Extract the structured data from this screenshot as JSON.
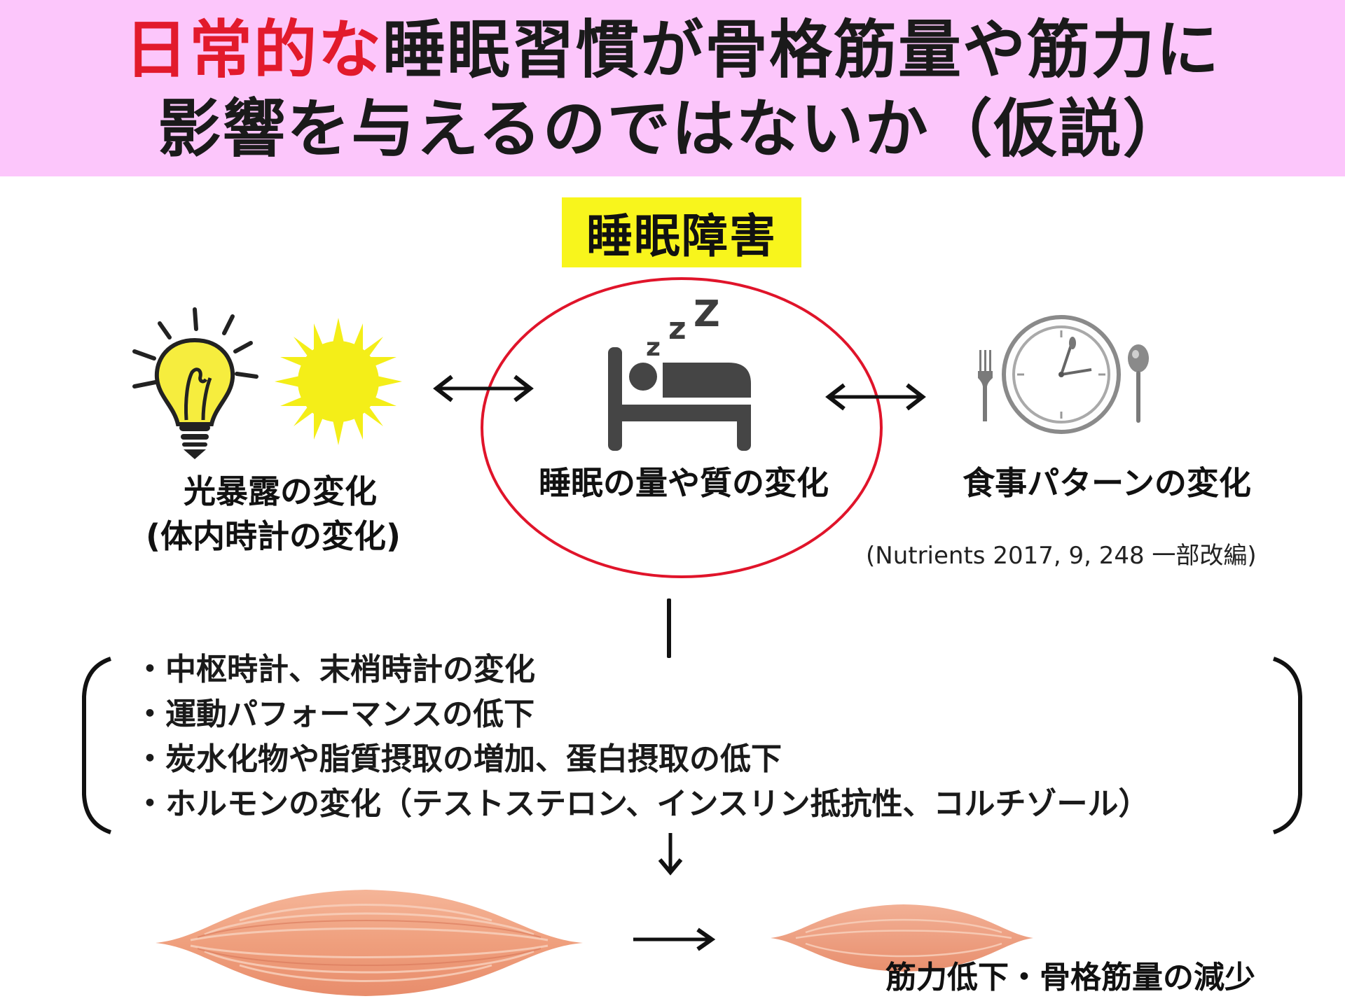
{
  "header": {
    "background_color": "#fcc6fb",
    "title_line1_red": "日常的な",
    "title_line1_rest": "睡眠習慣が骨格筋量や筋力に",
    "title_line2": "影響を与えるのではないか（仮説）",
    "accent_color": "#e21a2c"
  },
  "central": {
    "highlight_label": "睡眠障害",
    "highlight_color": "#f8f51c",
    "ellipse_color": "#e0142a",
    "icon": "bed-sleep-icon",
    "zzz": "zZZ",
    "label": "睡眠の量や質の変化"
  },
  "left_node": {
    "icons": [
      "lightbulb-icon",
      "sun-icon"
    ],
    "label_line1": "光暴露の変化",
    "label_line2": "(体内時計の変化)"
  },
  "right_node": {
    "icon": "clock-plate-fork-spoon-icon",
    "label": "食事パターンの変化",
    "citation": "(Nutrients 2017, 9, 248 一部改編)"
  },
  "effects": {
    "items": [
      "・中枢時計、末梢時計の変化",
      "・運動パフォーマンスの低下",
      "・炭水化物や脂質摂取の増加、蛋白摂取の低下",
      "・ホルモンの変化（テストステロン、インスリン抵抗性、コルチゾール）"
    ]
  },
  "outcome": {
    "muscle_color": "#f0a07e",
    "label": "筋力低下・骨格筋量の減少"
  }
}
